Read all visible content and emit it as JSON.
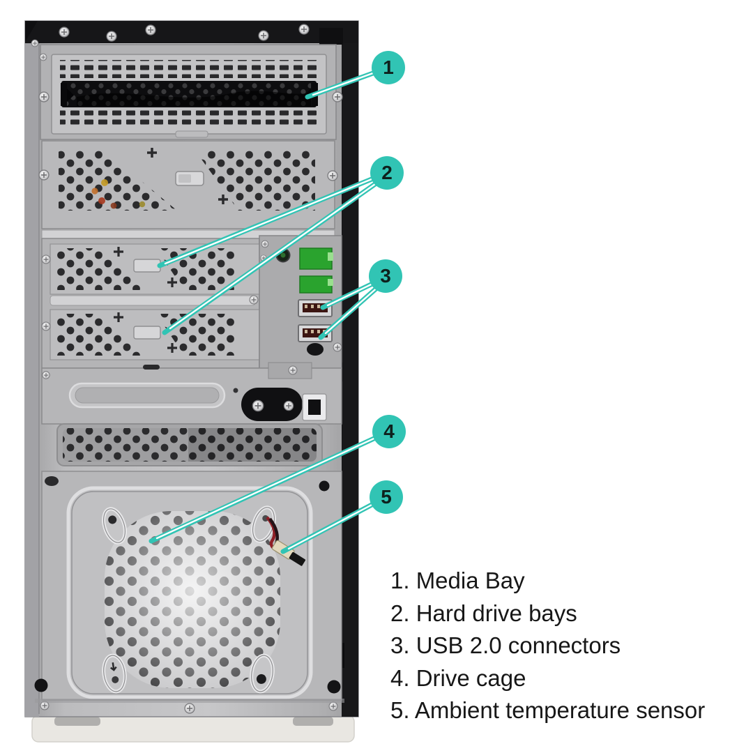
{
  "figure": {
    "subject": "tower-server-annotated-view",
    "colors": {
      "callout_teal": "#31c4b4",
      "leader_line_core": "#ffffff",
      "legend_text": "#171717",
      "chassis_silver": "#b8b8ba",
      "pcb_green": "#2aa32e"
    }
  },
  "callouts": [
    {
      "number": "1",
      "label": "Media Bay"
    },
    {
      "number": "2",
      "label": "Hard drive bays"
    },
    {
      "number": "3",
      "label": "USB 2.0 connectors"
    },
    {
      "number": "4",
      "label": "Drive cage"
    },
    {
      "number": "5",
      "label": "Ambient temperature sensor"
    }
  ],
  "legend": {
    "items": [
      "1. Media Bay",
      "2. Hard drive bays",
      "3. USB 2.0 connectors",
      "4. Drive cage",
      "5. Ambient temperature sensor"
    ]
  }
}
